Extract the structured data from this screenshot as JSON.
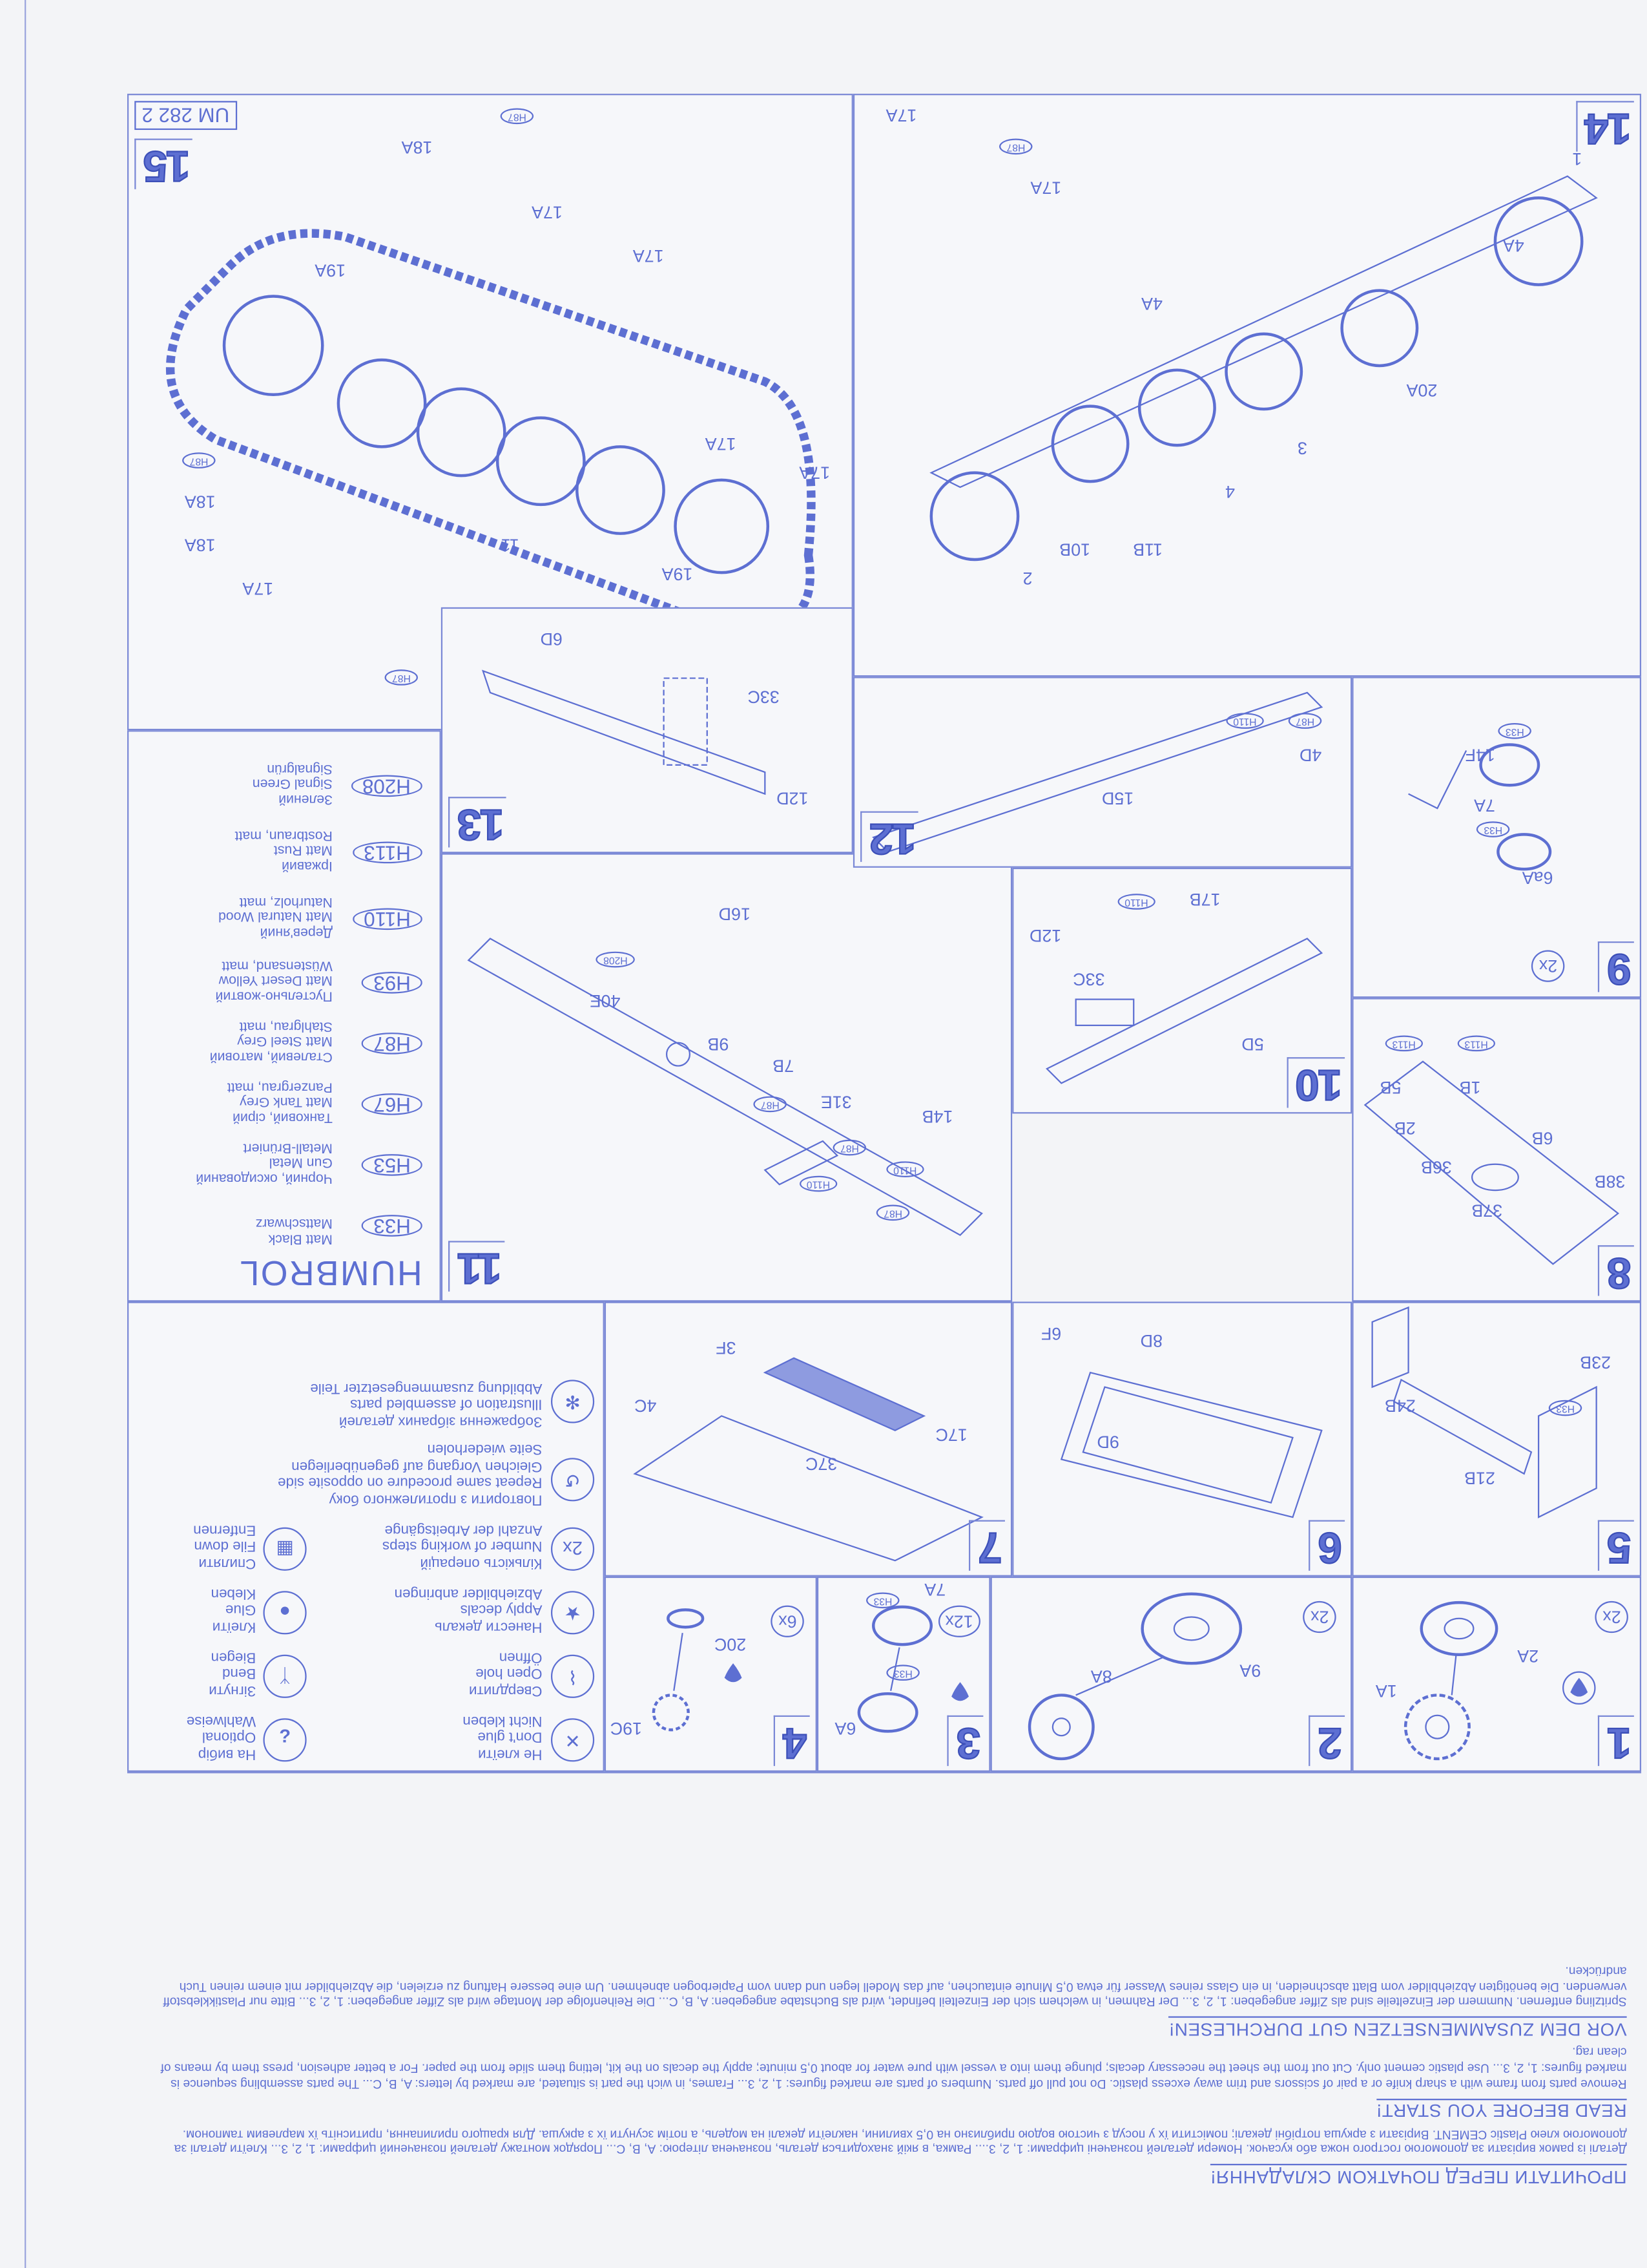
{
  "intro": {
    "ua_title": "ПРОЧИТАТИ ПЕРЕД ПОЧАТКОМ СКЛАДАННЯ!",
    "ua_text": "Деталі із рамок вирізати за допомогою гострого ножа або кусачок. Номери деталей позначені цифрами: 1, 2, 3.... Рамка, в якій знаходиться деталь, позначена літерою: A, B, C... Порядок монтажу деталей позначений цифрами: 1, 2, 3... Клеїти деталі за допомогою клею Plastic CEMENT. Вирізати з аркуша потрібні декалі; помістити їх у посуд з чистою водою приблизно на 0,5 хвилини, наклеїти декалі на модель, а потім зсунути їх з аркуша. Для кращого прилипання, притисніть їх марлевим тампоном.",
    "en_title": "READ BEFORE YOU START!",
    "en_text": "Remove parts from frame with a sharp knife or a pair of scissors and trim away excess plastic. Do not pull off parts. Numbers of parts are marked figures: 1, 2, 3... Frames, in wich the part is situated, are marked by letters: A, B, C... The parts assembling sequence is marked figures: 1, 2, 3... Use plastic cement only. Cut out from the sheet the necessary decals; plunge them into a vessel with pure water for about 0,5 minute; apply the decals on the kit, letting them slide from the paper. For a better adhesion, press them by means of clean rag.",
    "de_title": "VOR DEM ZUSAMMENSETZEN GUT DURCHLESEN!",
    "de_text": "Spritzling entfernen. Nummern der Einzelteile sind als Ziffer angegeben: 1, 2, 3... Der Rahmen, in welchem sich der Einzelteil befindet, wird als Buchstabe angegeben: A, B, C... Die Reihenfolge der Montage wird als Ziffer angegeben: 1, 2, 3... Bitte nur Plastikklebstoff verwenden. Die benötigten Abziehbilder vom Blatt abschneiden, in ein Glass reines Wasser für etwa 0,5 Minute eintauchen, auf das Modell legen und dann vom Papierbogen abnehmen. Um eine bessere Haftung zu erzielen, die Abziehbilder mit einem reinen Tuch andrücken."
  },
  "legend": {
    "dont_glue": [
      "Не клеїти",
      "Don't glue",
      "Nicht kleben"
    ],
    "optional": [
      "На вибір",
      "Optional",
      "Wahlweise"
    ],
    "open_hole": [
      "Свердлити",
      "Open hole",
      "Öffnen"
    ],
    "bend": [
      "Зігнути",
      "Bend",
      "Biegen"
    ],
    "apply_decals": [
      "Нанести декаль",
      "Apply decals",
      "Abziehbilder anbringen"
    ],
    "glue": [
      "Клеїти",
      "Glue",
      "Kleben"
    ],
    "steps_count": [
      "Кількість операцій",
      "Number of working steps",
      "Anzahl der Arbeitsgänge"
    ],
    "steps_count_icon": "2x",
    "file_down": [
      "Спиляти",
      "File down",
      "Entfernen"
    ],
    "repeat": [
      "Повторити з протилежного боку",
      "Repeat same procedure on opposite side",
      "Gleichen Vorgang auf gegenüberliegen",
      "Seite wiederholen"
    ],
    "illustration": [
      "Зображення зібраних деталей",
      "Illustration of assembled parts",
      "Abbildung zusammengesetzter Teile"
    ]
  },
  "humbrol": {
    "title": "HUMBROL",
    "paints": [
      {
        "code": "H33",
        "lines": [
          "Matt Black",
          "Mattschwarz"
        ]
      },
      {
        "code": "H53",
        "lines": [
          "Чорний, оксидований",
          "Gun Metal",
          "Metall-Brüniert"
        ]
      },
      {
        "code": "H67",
        "lines": [
          "Танковий, сірий",
          "Matt Tank Grey",
          "Panzergrau, matt"
        ]
      },
      {
        "code": "H87",
        "lines": [
          "Сталевий, матовий",
          "Matt Steel Grey",
          "Stahlgrau, matt"
        ]
      },
      {
        "code": "H93",
        "lines": [
          "Пустельно-жовтий",
          "Matt Desert Yellow",
          "Wüstensand, matt"
        ]
      },
      {
        "code": "H110",
        "lines": [
          "Дерев'яний",
          "Matt Natural Wood",
          "Naturholz, matt"
        ]
      },
      {
        "code": "H113",
        "lines": [
          "Іржавий",
          "Matt Rust",
          "Rostbraun, matt"
        ]
      },
      {
        "code": "H208",
        "lines": [
          "Зелений",
          "Signal Green",
          "Signalgrün"
        ]
      }
    ]
  },
  "steps": [
    {
      "number": "1",
      "labels": [
        "1A",
        "2A"
      ],
      "count": "2x"
    },
    {
      "number": "2",
      "labels": [
        "8A",
        "9A"
      ],
      "count": "2x"
    },
    {
      "number": "3",
      "labels": [
        "6A",
        "7A",
        "H33",
        "H33"
      ],
      "count": "12x"
    },
    {
      "number": "4",
      "labels": [
        "19C",
        "20C"
      ],
      "count": "6x"
    },
    {
      "number": "5",
      "labels": [
        "23B",
        "21B",
        "24B",
        "H33"
      ]
    },
    {
      "number": "6",
      "labels": [
        "9D",
        "8D",
        "6F"
      ]
    },
    {
      "number": "7",
      "labels": [
        "17C",
        "37C",
        "3F",
        "4C"
      ]
    },
    {
      "number": "8",
      "labels": [
        "38B",
        "6B",
        "37B",
        "36B",
        "2B",
        "5B",
        "1B",
        "H113",
        "H113"
      ]
    },
    {
      "number": "9",
      "labels": [
        "6aA",
        "7A",
        "14F",
        "H33",
        "H33"
      ],
      "count": "2x"
    },
    {
      "number": "10",
      "labels": [
        "33C",
        "5D",
        "12D",
        "17B",
        "H110"
      ]
    },
    {
      "number": "11",
      "labels": [
        "14B",
        "31E",
        "7B",
        "9B",
        "40E",
        "16D",
        "H87",
        "H87",
        "H87",
        "H110",
        "H110",
        "H208"
      ]
    },
    {
      "number": "12",
      "labels": [
        "15D",
        "4D",
        "H87",
        "H110"
      ]
    },
    {
      "number": "13",
      "labels": [
        "12D",
        "33C",
        "6D"
      ]
    },
    {
      "number": "14",
      "labels": [
        "1",
        "4A",
        "20A",
        "3",
        "4",
        "4A",
        "11B",
        "10B",
        "2",
        "17A",
        "17A",
        "H87"
      ]
    },
    {
      "number": "15",
      "labels": [
        "11",
        "19A",
        "19A",
        "17A",
        "17A",
        "17A",
        "17A",
        "17A",
        "18A",
        "18A",
        "18A",
        "H87",
        "H87",
        "H87"
      ],
      "code": "UM 282 2"
    }
  ],
  "colors": {
    "ink": "#5d6fd2",
    "paper": "#f3f4f7"
  }
}
